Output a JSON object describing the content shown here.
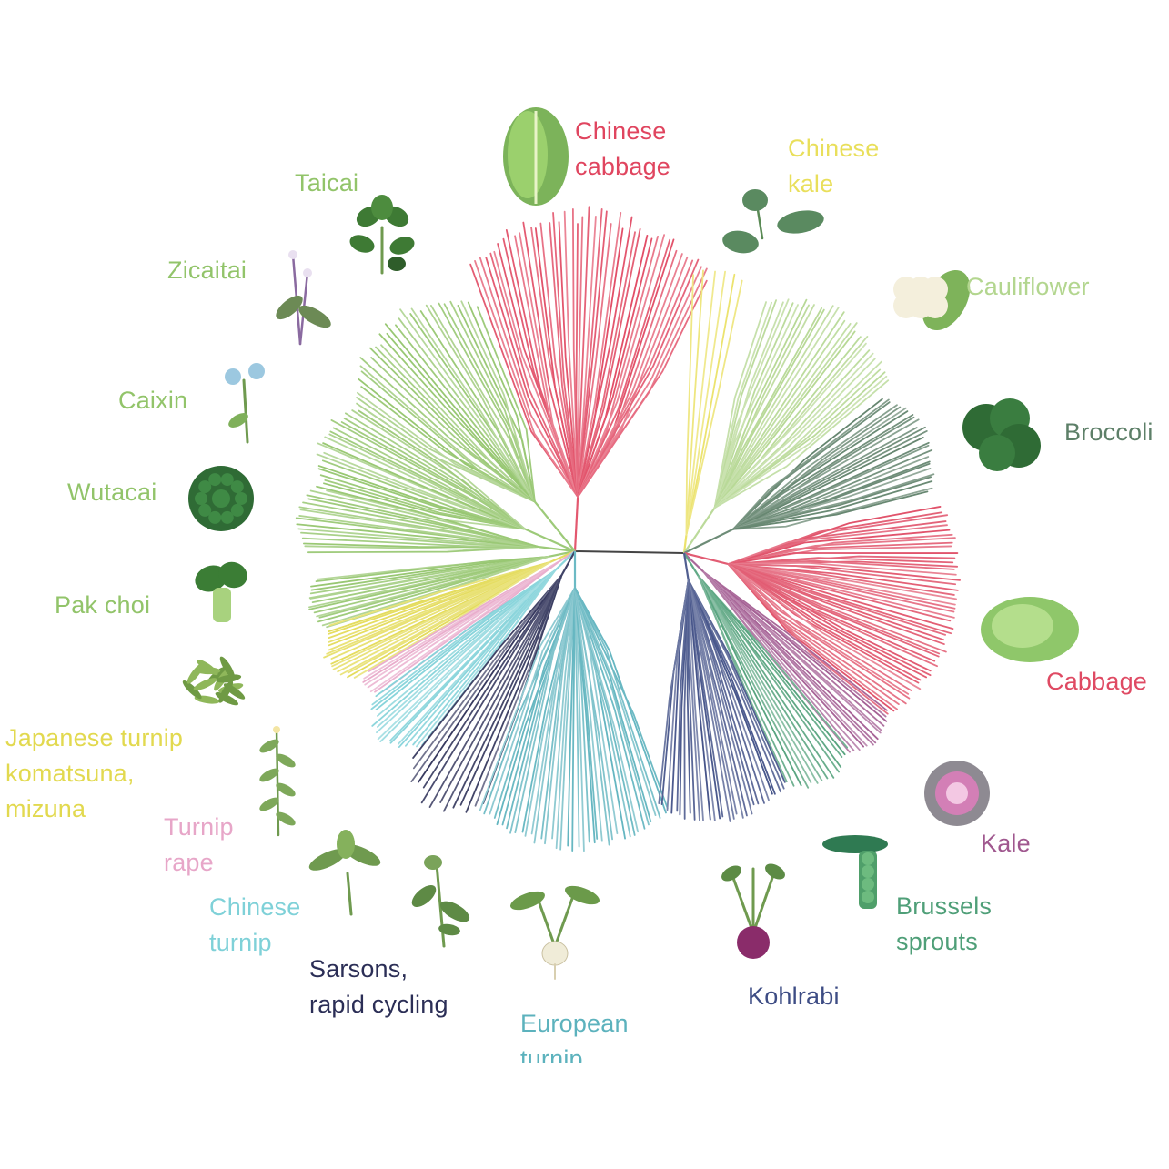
{
  "clades": [
    {
      "id": "chinese-cabbage",
      "lines": [
        "Chinese",
        "cabbage"
      ],
      "color": "#e0455f",
      "icon": "chinese-cabbage-icon"
    },
    {
      "id": "chinese-kale",
      "lines": [
        "Chinese",
        "kale"
      ],
      "color": "#e9df5b",
      "icon": "chinese-kale-icon"
    },
    {
      "id": "cauliflower",
      "lines": [
        "Cauliflower"
      ],
      "color": "#b3d68f",
      "icon": "cauliflower-icon"
    },
    {
      "id": "broccoli",
      "lines": [
        "Broccoli"
      ],
      "color": "#5d7f68",
      "icon": "broccoli-icon"
    },
    {
      "id": "cabbage",
      "lines": [
        "Cabbage"
      ],
      "color": "#df4a63",
      "icon": "cabbage-icon"
    },
    {
      "id": "kale",
      "lines": [
        "Kale"
      ],
      "color": "#a0588f",
      "icon": "kale-icon"
    },
    {
      "id": "brussels-sprouts",
      "lines": [
        "Brussels",
        "sprouts"
      ],
      "color": "#4f9f78",
      "icon": "brussels-sprouts-icon"
    },
    {
      "id": "kohlrabi",
      "lines": [
        "Kohlrabi"
      ],
      "color": "#3d4c84",
      "icon": "kohlrabi-icon"
    },
    {
      "id": "european-turnip",
      "lines": [
        "European",
        "turnip"
      ],
      "color": "#5cb2bd",
      "icon": "european-turnip-icon"
    },
    {
      "id": "sarsons",
      "lines": [
        "Sarsons,",
        "rapid cycling"
      ],
      "color": "#2b2e56",
      "icon": "sarsons-icon"
    },
    {
      "id": "chinese-turnip",
      "lines": [
        "Chinese",
        "turnip"
      ],
      "color": "#7fd1d8",
      "icon": "chinese-turnip-icon"
    },
    {
      "id": "turnip-rape",
      "lines": [
        "Turnip",
        "rape"
      ],
      "color": "#e7a6c8",
      "icon": "turnip-rape-icon"
    },
    {
      "id": "japanese-turnip",
      "lines": [
        "Japanese turnip",
        "komatsuna,",
        "mizuna"
      ],
      "color": "#e2d94f",
      "icon": "japanese-turnip-icon"
    },
    {
      "id": "pak-choi",
      "lines": [
        "Pak choi"
      ],
      "color": "#92c46a",
      "icon": "pak-choi-icon"
    },
    {
      "id": "wutacai",
      "lines": [
        "Wutacai"
      ],
      "color": "#92c46a",
      "icon": "wutacai-icon"
    },
    {
      "id": "caixin",
      "lines": [
        "Caixin"
      ],
      "color": "#92c46a",
      "icon": "caixin-icon"
    },
    {
      "id": "zicaitai",
      "lines": [
        "Zicaitai"
      ],
      "color": "#92c46a",
      "icon": "zicaitai-icon"
    },
    {
      "id": "taicai",
      "lines": [
        "Taicai"
      ],
      "color": "#92c46a",
      "icon": "taicai-icon"
    }
  ]
}
